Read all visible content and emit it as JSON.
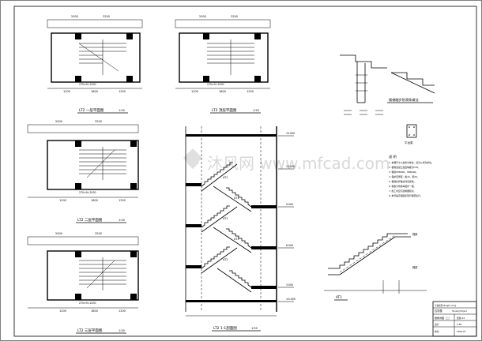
{
  "sheet": {
    "title_block": {
      "company": "宁波星辰 Ningbo Xing",
      "project": "住宅楼",
      "project_en": "Housing Project",
      "drawing_title": "楼梯详图（二）",
      "drawing_no": "结施-12",
      "scale": "1:50",
      "date": "2016.07",
      "designer_label": "设计",
      "checker_label": "校对"
    },
    "watermark": "沐风网 www.mfcad.com"
  },
  "plans": [
    {
      "id": "p1",
      "label": "LT2 一层平面图",
      "scale": "1:50",
      "dims_top": [
        "2000",
        "3200"
      ],
      "dims_bottom": [
        "1200",
        "1800",
        "1200"
      ],
      "step_note": "270×9=2430"
    },
    {
      "id": "p2",
      "label": "LT2 顶层平面图",
      "scale": "1:50",
      "dims_top": [
        "2000",
        "3200"
      ],
      "dims_bottom": [
        "1200",
        "1800",
        "1200"
      ],
      "step_note": "270×9=2430"
    },
    {
      "id": "p3",
      "label": "LT2 二层平面图",
      "scale": "1:50",
      "dims_top": [
        "2000",
        "3200"
      ],
      "dims_bottom": [
        "1200",
        "1800",
        "1200"
      ],
      "step_note": "270×9=2430"
    },
    {
      "id": "p4",
      "label": "LT2 三层平面图",
      "scale": "1:50",
      "dims_top": [
        "2000",
        "3200"
      ],
      "dims_bottom": [
        "1200",
        "1800",
        "1200"
      ],
      "step_note": "270×9=2430"
    }
  ],
  "section": {
    "label": "LT2 1-1剖面图",
    "scale": "1:50",
    "levels": [
      "15.000",
      "12.000",
      "9.000",
      "6.000",
      "3.000",
      "±0.000"
    ],
    "flight_tags": [
      "AT1",
      "AT1",
      "AT1",
      "AT1",
      "AT2"
    ]
  },
  "details": {
    "detail_a_label": "楼梯踏步防滑条做法",
    "detail_b_label": "平台梁",
    "notes_title": "说 明",
    "notes": [
      "1. 本图尺寸以毫米为单位，标高以米为单位。",
      "2. 楼梯混凝土强度等级为C30。",
      "3. 钢筋HPB300，HRB400。",
      "4. 保护层厚度：板15，梁25。",
      "5. 楼梯栏杆做法详见建施。",
      "6. 梯板分布筋每踏步一根。",
      "7. 施工时应与建筑图核对。",
      "8. 未尽事宜按国家现行规范执行。"
    ],
    "stair_label": "AT1",
    "stair_tags": [
      "梯梁",
      "梯梁"
    ]
  }
}
